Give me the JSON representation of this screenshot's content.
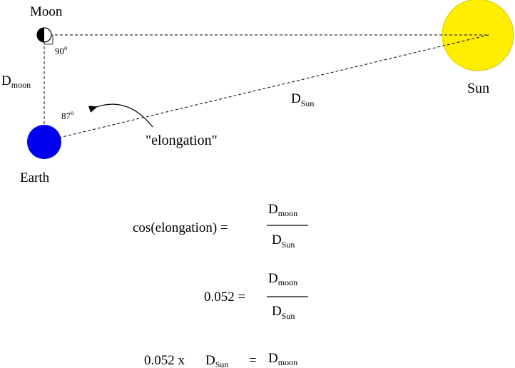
{
  "labels": {
    "moon": "Moon",
    "sun": "Sun",
    "earth": "Earth",
    "d_moon_main": "D",
    "d_moon_sub": "moon",
    "d_sun_main": "D",
    "d_sun_sub": "Sun",
    "angle_moon": "90",
    "angle_earth": "87",
    "degree": "o",
    "elongation": "\"elongation\""
  },
  "equations": [
    {
      "lhs": "cos(elongation) =",
      "num_main": "D",
      "num_sub": "moon",
      "den_main": "D",
      "den_sub": "Sun"
    },
    {
      "lhs": "0.052 =",
      "num_main": "D",
      "num_sub": "moon",
      "den_main": "D",
      "den_sub": "Sun"
    },
    {
      "lhs_a": "0.052 x",
      "lhs_main": "D",
      "lhs_sub": "Sun",
      "eq": "=",
      "rhs_main": "D",
      "rhs_sub": "moon"
    }
  ],
  "colors": {
    "sun": "#ffee00",
    "sun_stroke": "#d8c800",
    "earth": "#0000ee",
    "moon_dark": "#000000",
    "moon_light": "#ffffff"
  }
}
